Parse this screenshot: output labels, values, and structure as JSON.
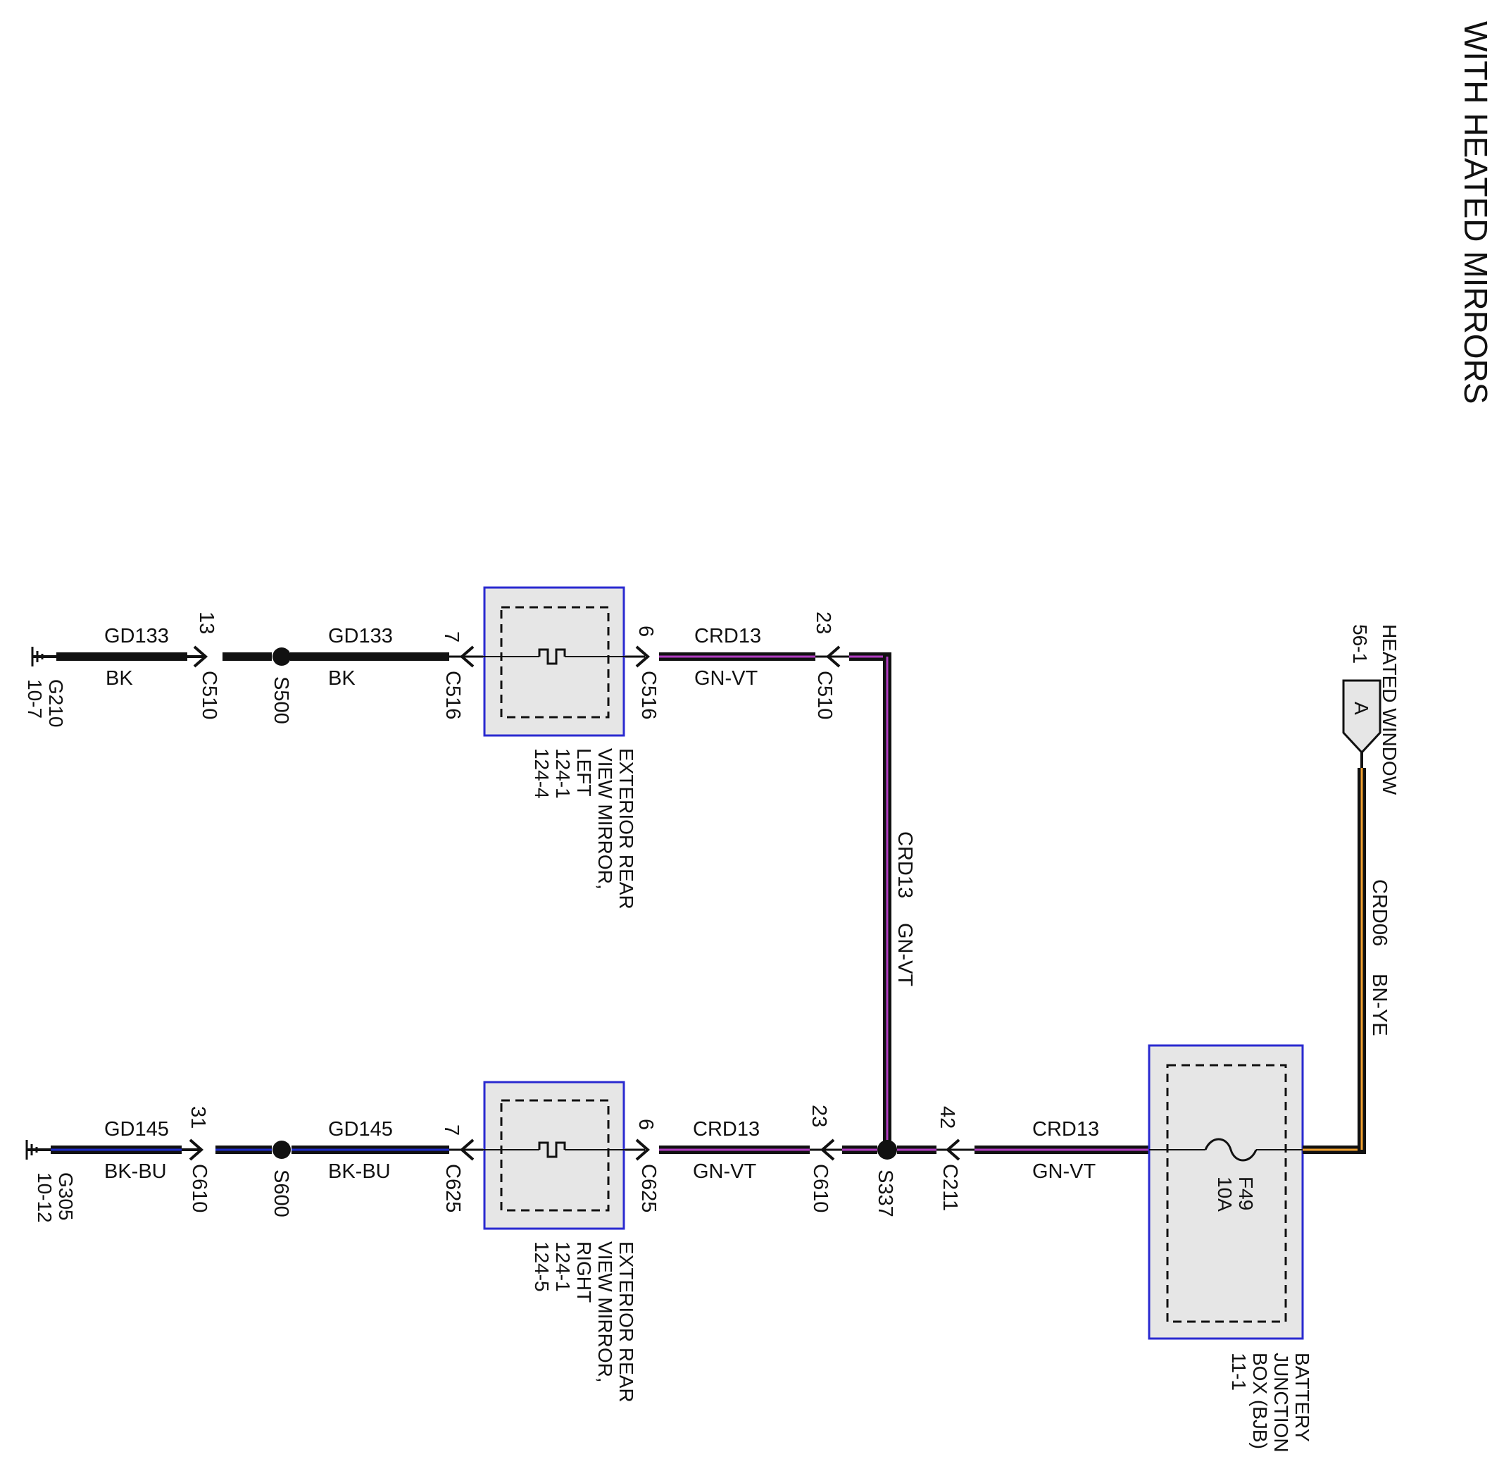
{
  "title": "WITH HEATED MIRRORS",
  "colors": {
    "black_wire": "#111111",
    "blue_trace": "#1f2bc7",
    "violet_trace": "#b03cc0",
    "orange_trace": "#f0a030",
    "component_fill": "#e6e6e6",
    "component_border": "#2a2ad0"
  },
  "top_circuit": {
    "ground": {
      "id": "G210",
      "ref": "10-7"
    },
    "wire1": {
      "circuit": "GD133",
      "color": "BK"
    },
    "conn_c510": {
      "pin": "13",
      "id": "C510"
    },
    "splice": {
      "id": "S500"
    },
    "wire2": {
      "circuit": "GD133",
      "color": "BK"
    },
    "conn_c516_a": {
      "pin": "7",
      "id": "C516"
    },
    "conn_c516_b": {
      "pin": "6",
      "id": "C516"
    },
    "wire3": {
      "circuit": "CRD13",
      "color": "GN-VT"
    },
    "conn_c510_b": {
      "pin": "23",
      "id": "C510"
    },
    "mirror": {
      "line1": "EXTERIOR REAR",
      "line2": "VIEW MIRROR,",
      "line3": "LEFT",
      "line4": "124-1",
      "line5": "124-4"
    }
  },
  "bottom_circuit": {
    "ground": {
      "id": "G305",
      "ref": "10-12"
    },
    "wire1": {
      "circuit": "GD145",
      "color": "BK-BU"
    },
    "conn_c610": {
      "pin": "31",
      "id": "C610"
    },
    "splice": {
      "id": "S600"
    },
    "wire2": {
      "circuit": "GD145",
      "color": "BK-BU"
    },
    "conn_c625_a": {
      "pin": "7",
      "id": "C625"
    },
    "conn_c625_b": {
      "pin": "6",
      "id": "C625"
    },
    "wire3": {
      "circuit": "CRD13",
      "color": "GN-VT"
    },
    "conn_c610_b": {
      "pin": "23",
      "id": "C610"
    },
    "splice2": {
      "id": "S337"
    },
    "conn_c211": {
      "pin": "42",
      "id": "C211"
    },
    "wire4": {
      "circuit": "CRD13",
      "color": "GN-VT"
    },
    "mirror": {
      "line1": "EXTERIOR REAR",
      "line2": "VIEW MIRROR,",
      "line3": "RIGHT",
      "line4": "124-1",
      "line5": "124-5"
    }
  },
  "vertical_wire": {
    "circuit": "CRD13",
    "color": "GN-VT"
  },
  "fuse": {
    "id": "F49",
    "rating": "10A"
  },
  "bjb": {
    "line1": "BATTERY",
    "line2": "JUNCTION",
    "line3": "BOX (BJB)",
    "line4": "11-1"
  },
  "feed_wire": {
    "circuit": "CRD06",
    "color": "BN-YE"
  },
  "heated_window": {
    "letter": "A",
    "label": "HEATED WINDOW",
    "ref": "56-1"
  }
}
